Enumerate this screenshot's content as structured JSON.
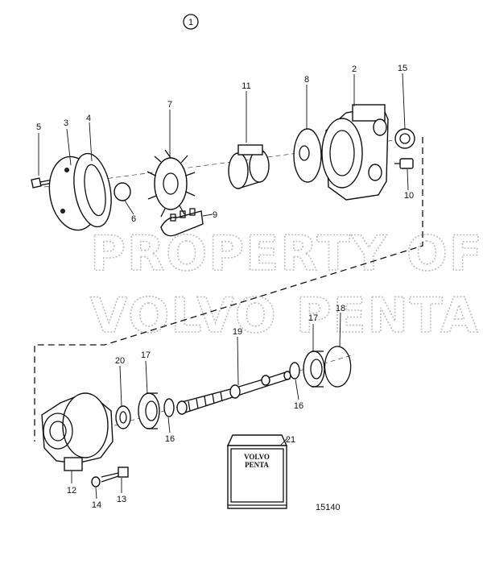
{
  "figure_number": "1",
  "drawing_number": "15140",
  "watermark": {
    "line1": "PROPERTY OF",
    "line2": "VOLVO PENTA"
  },
  "callouts": {
    "c2": "2",
    "c3": "3",
    "c4": "4",
    "c5": "5",
    "c6": "6",
    "c7": "7",
    "c8": "8",
    "c9": "9",
    "c10": "10",
    "c11": "11",
    "c12": "12",
    "c13": "13",
    "c14": "14",
    "c15": "15",
    "c16a": "16",
    "c16b": "16",
    "c17a": "17",
    "c17b": "17",
    "c18": "18",
    "c19": "19",
    "c20": "20",
    "c21": "21"
  },
  "kit_label": {
    "line1": "VOLVO",
    "line2": "PENTA"
  }
}
